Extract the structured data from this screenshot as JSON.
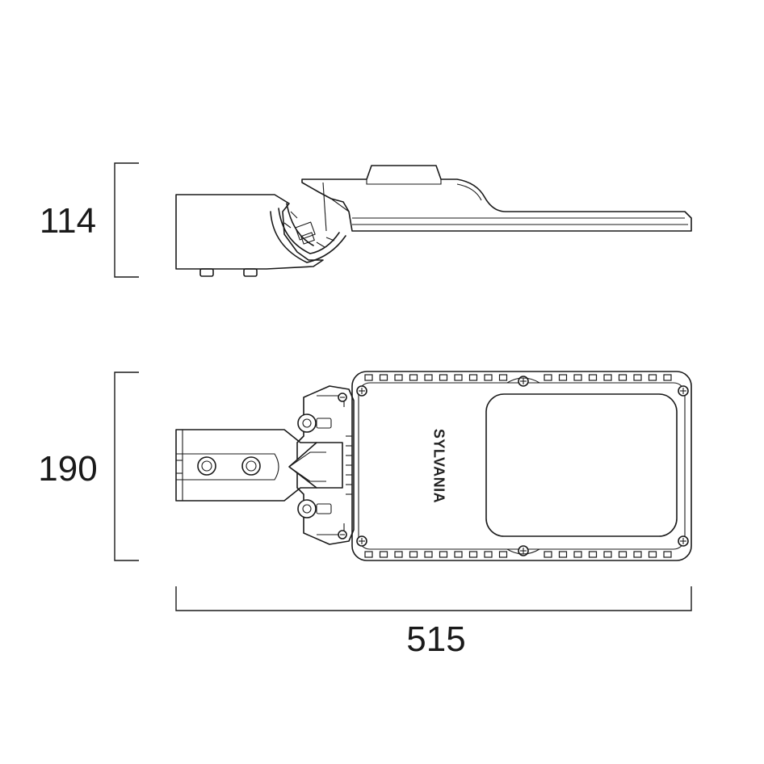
{
  "dimensions": {
    "height_side": "114",
    "width_top": "190",
    "length": "515"
  },
  "brand": {
    "name": "SYLVANIA"
  },
  "colors": {
    "line": "#1a1a1a",
    "background": "#ffffff"
  }
}
